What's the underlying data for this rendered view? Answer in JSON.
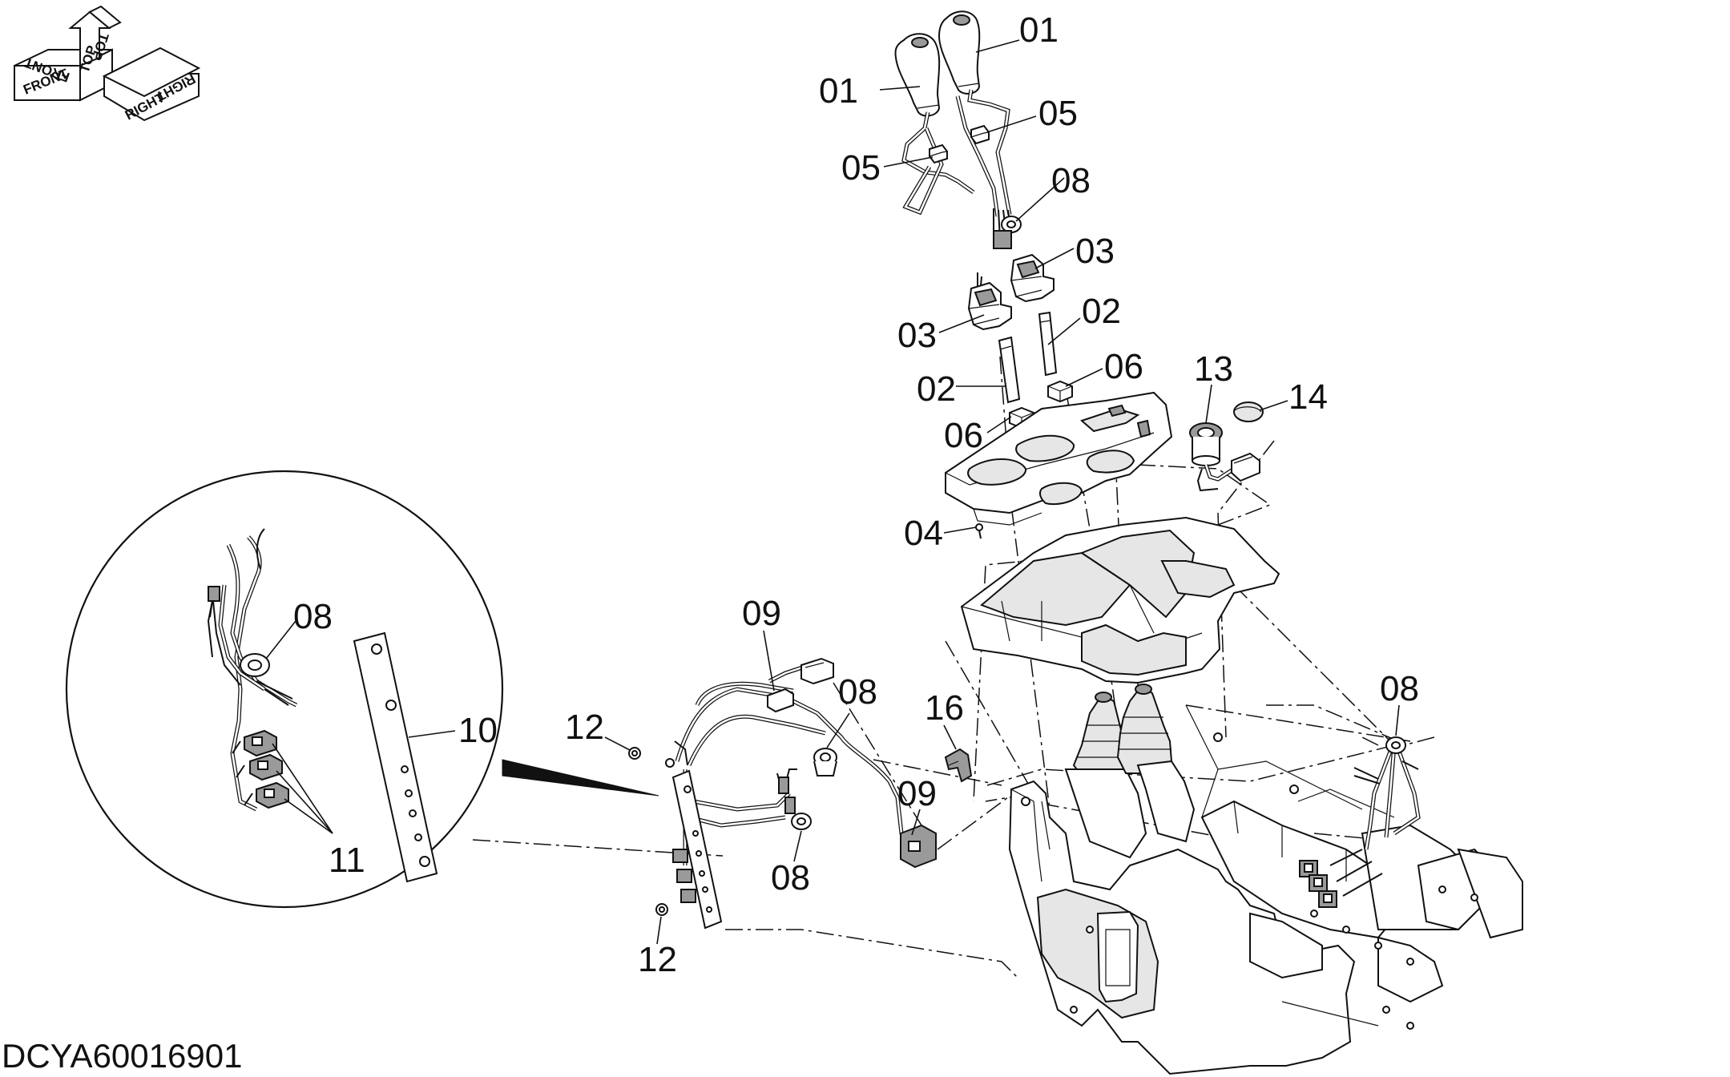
{
  "document_id": "DCYA60016901",
  "orientation_indicator": {
    "top": "TOP",
    "front": "FRONT",
    "right": "RIGHT"
  },
  "callouts": {
    "c01a": "01",
    "c01b": "01",
    "c05a": "05",
    "c05b": "05",
    "c08a": "08",
    "c03a": "03",
    "c03b": "03",
    "c02a": "02",
    "c02b": "02",
    "c06a": "06",
    "c06b": "06",
    "c13": "13",
    "c14": "14",
    "c04": "04",
    "c09a": "09",
    "c09b": "09",
    "c08b": "08",
    "c08c": "08",
    "c08d": "08",
    "c08e": "08",
    "c16": "16",
    "c12a": "12",
    "c12b": "12",
    "c10": "10",
    "c11": "11"
  }
}
